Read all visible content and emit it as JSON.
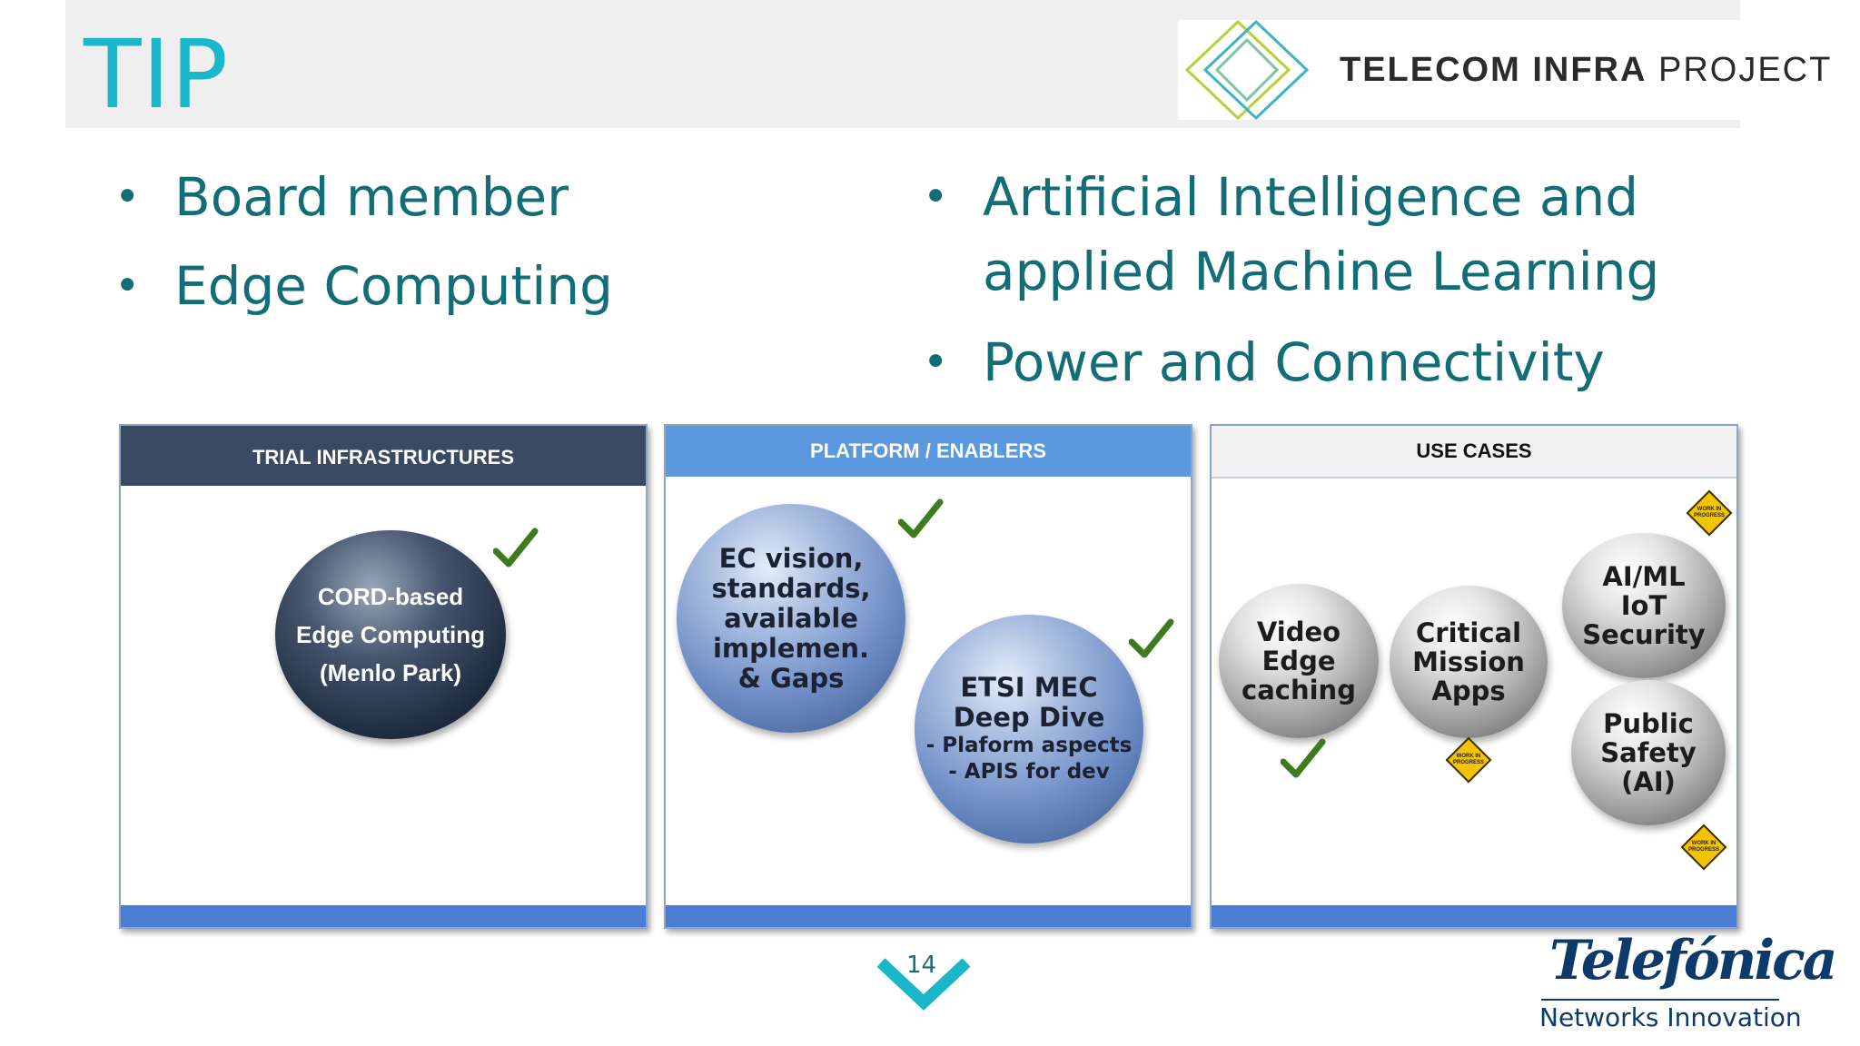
{
  "header": {
    "title": "TIP",
    "logo_text_bold": "TELECOM INFRA",
    "logo_text_light": " PROJECT"
  },
  "bullets_left": [
    "Board member",
    "Edge Computing"
  ],
  "bullets_right": [
    {
      "line1": "Artificial Intelligence and",
      "line2": "applied Machine Learning"
    },
    {
      "line1": "Power and Connectivity"
    }
  ],
  "panels": [
    {
      "header": "TRIAL INFRASTRUCTURES",
      "spheres": [
        {
          "lines": [
            "CORD-based",
            "Edge Computing",
            "(Menlo Park)"
          ]
        }
      ]
    },
    {
      "header": "PLATFORM / ENABLERS",
      "spheres": [
        {
          "lines": [
            "EC vision,",
            "standards,",
            "available",
            "implemen.",
            "& Gaps"
          ]
        },
        {
          "lines": [
            "ETSI MEC",
            "Deep Dive"
          ],
          "sub": [
            "- Plaform aspects",
            "- APIS for dev"
          ]
        }
      ]
    },
    {
      "header": "USE CASES",
      "spheres": [
        {
          "lines": [
            "Video",
            "Edge",
            "caching"
          ]
        },
        {
          "lines": [
            "Critical",
            "Mission",
            "Apps"
          ]
        },
        {
          "lines": [
            "AI/ML",
            "IoT",
            "Security"
          ]
        },
        {
          "lines": [
            "Public",
            "Safety",
            "(AI)"
          ]
        }
      ],
      "wip_label": "WORK IN PROGRESS"
    }
  ],
  "footer": {
    "page_number": "14",
    "brand_name": "Telefónica",
    "brand_sub": "Networks Innovation"
  },
  "colors": {
    "accent_teal": "#1ab6c9",
    "text_teal": "#136d76",
    "panel_dark": "#3b4a63",
    "panel_blue": "#5b98de",
    "panel_grey": "#f2f2f2",
    "footer_bar": "#4d7cd4",
    "check_green": "#3e7a1e",
    "wip_yellow": "#f5c400"
  },
  "icons": [
    "check-icon",
    "work-in-progress-icon",
    "chevron-down-icon",
    "tip-diamond-logo-icon"
  ]
}
